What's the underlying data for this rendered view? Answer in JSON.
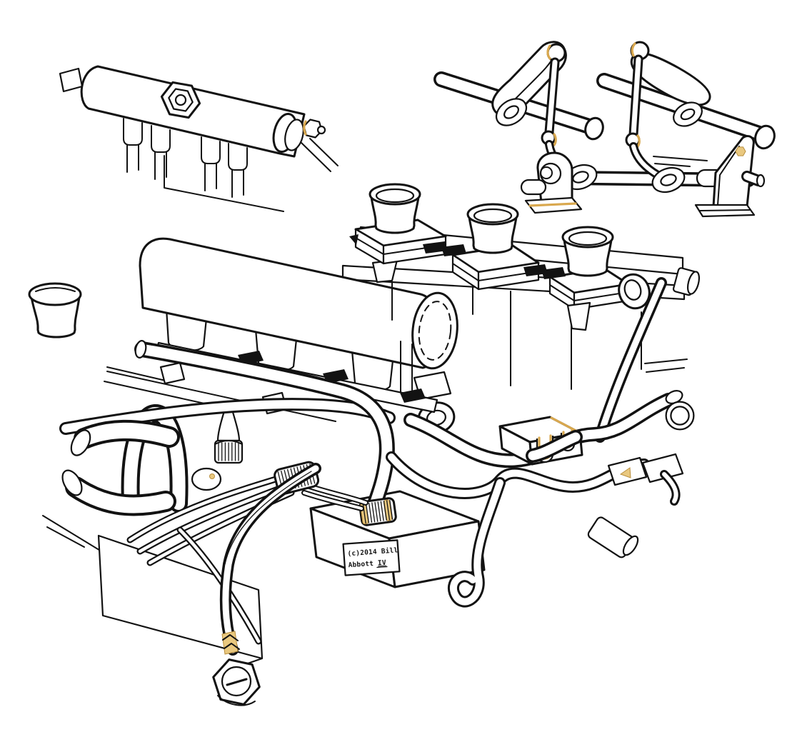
{
  "illustration": {
    "kind": "hand-drawn exploded technical illustration, black ink line art on white paper with small gold highlights",
    "subject": "engine fuel-injection system: fuel rail, throttle bellcrank linkage, log intake plenum, velocity stacks and wiring harness",
    "copyright_label": {
      "line1": "(c)2014 Bill",
      "line2_word": "Abbott ",
      "line2_numeral": "IV"
    },
    "colors": {
      "line": "#121212",
      "paper": "#ffffff",
      "highlight_gold": "#e9c87f",
      "gasket_black": "#121212"
    },
    "parts": [
      {
        "name": "fuel-rail",
        "shape": "long cylinder with center hex fitting, four injector stubs below, end nut, leader line"
      },
      {
        "name": "throttle-linkage",
        "shape": "two bellcranks with vertical links, cross rods and mounting brackets"
      },
      {
        "name": "intake-plenum",
        "shape": "large log-style cylinder with three runner stubs and open right end"
      },
      {
        "name": "velocity-stacks",
        "shape": "three trumpet stacks on flange plates with black gasket arrows"
      },
      {
        "name": "stack-mounting-rails",
        "shape": "two diagonal support bars with end cylinder"
      },
      {
        "name": "cable-grommet",
        "shape": "double-ring grommet on rail"
      },
      {
        "name": "single-velocity-stack",
        "shape": "loose trumpet stack at far left"
      },
      {
        "name": "wiring-harness",
        "shape": "tangle of hoses, elbow boots, wire strands and ribbed connectors"
      },
      {
        "name": "ecu-module",
        "shape": "isometric box with ribbed gold connector and signature plate"
      },
      {
        "name": "clamp-bracket",
        "shape": "block with two gold-lined U-channels holding hoses"
      },
      {
        "name": "hex-drain-fitting",
        "shape": "large rough hex nut at end of drop cable with gold band"
      },
      {
        "name": "cover-panel",
        "shape": "blank white parallelogram plate lower left"
      }
    ]
  }
}
